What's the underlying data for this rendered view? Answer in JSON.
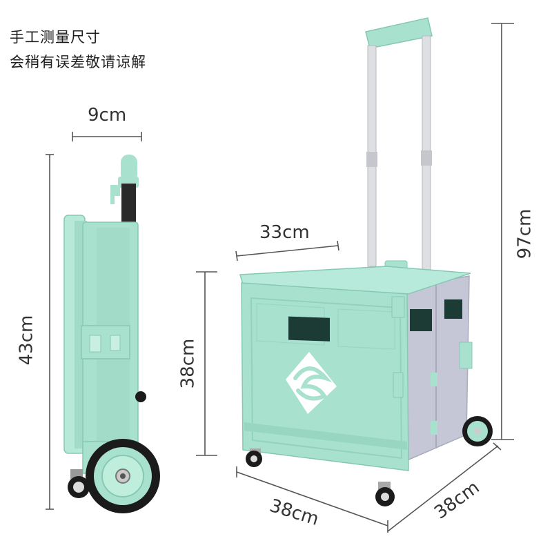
{
  "note": {
    "line1": "手工测量尺寸",
    "line2": "会稍有误差敬请谅解"
  },
  "dimensions": {
    "folded_depth": "9cm",
    "folded_height": "43cm",
    "lid_width": "33cm",
    "box_height": "38cm",
    "total_height": "97cm",
    "front_width": "38cm",
    "side_depth": "38cm"
  },
  "colors": {
    "mint": "#a8e2cf",
    "mint_dark": "#86c8b4",
    "gray_panel": "#c5c7d6",
    "handle": "#dedfe3",
    "tire": "#1b1b1b",
    "window": "#1d3b35",
    "line": "#555555"
  }
}
